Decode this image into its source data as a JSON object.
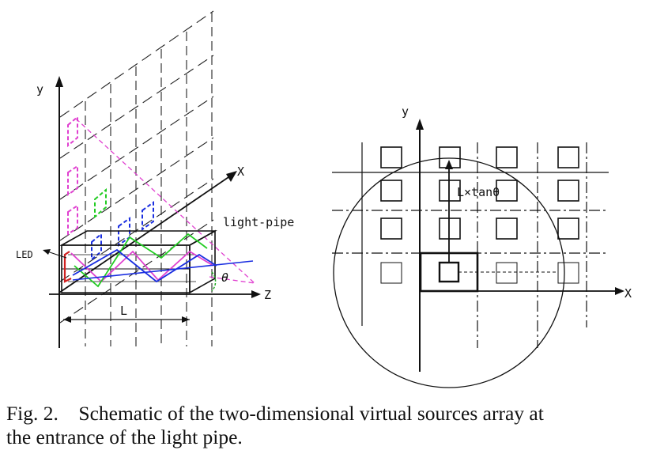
{
  "left_diagram": {
    "axis_x": "X",
    "axis_y": "y",
    "axis_z": "Z",
    "led_label": "LED",
    "pipe_label": "light-pipe",
    "length_label": "L",
    "angle_label": "θ"
  },
  "right_diagram": {
    "axis_x": "X",
    "axis_y": "y",
    "offset_label": "L×tanθ"
  },
  "caption": {
    "line1": "Fig. 2.    Schematic of the two-dimensional virtual sources array at",
    "line2": "the entrance of the light pipe."
  },
  "colors": {
    "magenta": "#e040d0",
    "green": "#22cc22",
    "blue": "#1a2ee0",
    "red": "#d02020"
  }
}
